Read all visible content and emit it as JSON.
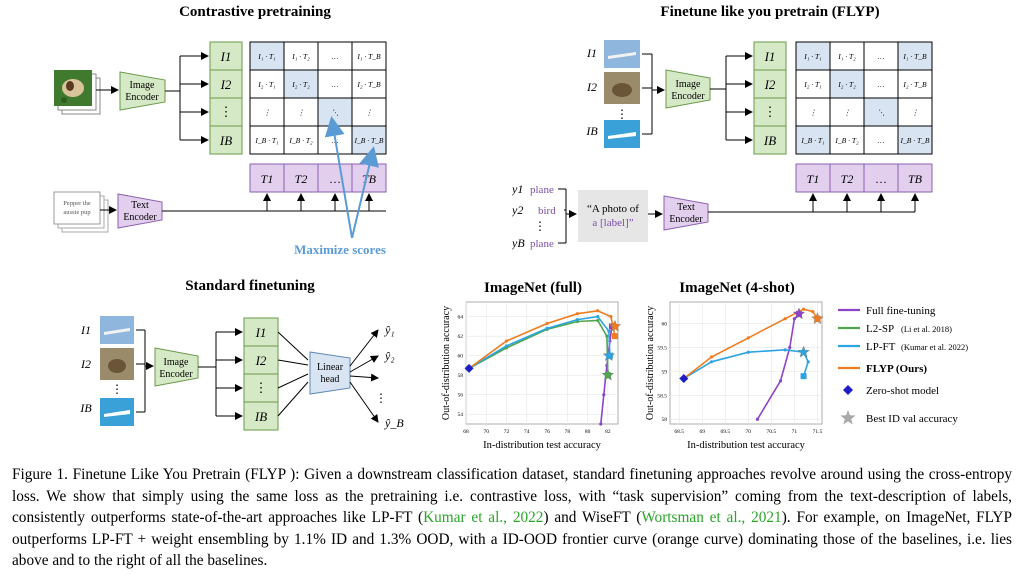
{
  "panels": {
    "contrastive": {
      "title": "Contrastive pretraining",
      "image_encoder": [
        "Image",
        "Encoder"
      ],
      "text_encoder": [
        "Text",
        "Encoder"
      ],
      "caption_card": [
        "Pepper the",
        "aussie pup"
      ],
      "image_rows": [
        "I1",
        "I2",
        "⋮",
        "IB"
      ],
      "text_cols": [
        "T1",
        "T2",
        "…",
        "TB"
      ],
      "matrix": [
        [
          "I₁ · T₁",
          "I₁ · T₂",
          "…",
          "I₁ · T_B"
        ],
        [
          "I₂ · T₁",
          "I₂ · T₂",
          "…",
          "I₂ · T_B"
        ],
        [
          "⋮",
          "⋮",
          "⋱",
          "⋮"
        ],
        [
          "I_B · T₁",
          "I_B · T₂",
          "…",
          "I_B · T_B"
        ]
      ],
      "annotation": "Maximize scores"
    },
    "flyp": {
      "title": "Finetune like you pretrain (FLYP)",
      "image_encoder": [
        "Image",
        "Encoder"
      ],
      "text_encoder": [
        "Text",
        "Encoder"
      ],
      "inputs": [
        "I1",
        "I2",
        "⋮",
        "IB"
      ],
      "image_rows": [
        "I1",
        "I2",
        "⋮",
        "IB"
      ],
      "text_cols": [
        "T1",
        "T2",
        "…",
        "TB"
      ],
      "matrix": [
        [
          "I₁ · T₁",
          "I₁ · T₂",
          "…",
          "I₁ · T_B"
        ],
        [
          "I₂ · T₁",
          "I₂ · T₂",
          "…",
          "I₂ · T_B"
        ],
        [
          "⋮",
          "⋮",
          "⋱",
          "⋮"
        ],
        [
          "I_B · T₁",
          "I_B · T₂",
          "…",
          "I_B · T_B"
        ]
      ],
      "labels": [
        {
          "y": "y1",
          "name": "plane"
        },
        {
          "y": "y2",
          "name": "bird"
        },
        {
          "y": "⋮",
          "name": ""
        },
        {
          "y": "yB",
          "name": "plane"
        }
      ],
      "template": [
        "“A photo of",
        "a [label]”"
      ]
    },
    "standard": {
      "title": "Standard finetuning",
      "image_encoder": [
        "Image",
        "Encoder"
      ],
      "linear_head": [
        "Linear",
        "head"
      ],
      "inputs": [
        "I1",
        "I2",
        "⋮",
        "IB"
      ],
      "rows": [
        "I1",
        "I2",
        "⋮",
        "IB"
      ],
      "outputs": [
        "ŷ₁",
        "ŷ₂",
        "⋮",
        "ŷ_B"
      ]
    }
  },
  "chart_data": [
    {
      "type": "line",
      "title": "ImageNet (full)",
      "xlabel": "In-distribution test accuracy",
      "ylabel": "Out-of-distribution accuracy",
      "xlim": [
        68,
        83
      ],
      "ylim": [
        53,
        65.5
      ],
      "xticks": [
        68,
        70,
        72,
        74,
        76,
        78,
        80,
        82
      ],
      "yticks": [
        54,
        56,
        58,
        60,
        62,
        64
      ],
      "series": [
        {
          "name": "Full fine-tuning",
          "color": "#8e44c9",
          "points": [
            [
              81.3,
              53.0
            ],
            [
              81.6,
              56.0
            ],
            [
              81.9,
              59.0
            ],
            [
              82.2,
              61.5
            ],
            [
              82.4,
              63.0
            ]
          ]
        },
        {
          "name": "L2-SP",
          "color": "#4fa64f",
          "points": [
            [
              68.3,
              58.7
            ],
            [
              72,
              60.8
            ],
            [
              76,
              62.7
            ],
            [
              79,
              63.5
            ],
            [
              81,
              63.6
            ],
            [
              81.9,
              62.0
            ],
            [
              82.0,
              58.0
            ]
          ]
        },
        {
          "name": "LP-FT",
          "color": "#2ba4e0",
          "points": [
            [
              68.3,
              58.7
            ],
            [
              72,
              61
            ],
            [
              76,
              62.8
            ],
            [
              79,
              63.7
            ],
            [
              81,
              64
            ],
            [
              82.1,
              62.5
            ],
            [
              82.2,
              60.0
            ]
          ]
        },
        {
          "name": "FLYP (Ours)",
          "color": "#f07c1f",
          "points": [
            [
              68.3,
              58.7
            ],
            [
              72,
              61.5
            ],
            [
              76,
              63.3
            ],
            [
              79,
              64.3
            ],
            [
              81,
              64.6
            ],
            [
              82.3,
              64.0
            ],
            [
              82.7,
              62.0
            ]
          ]
        }
      ],
      "zero_shot": [
        68.3,
        58.7
      ],
      "best_id": [
        {
          "series": "FLYP (Ours)",
          "xy": [
            82.7,
            63.0
          ]
        },
        {
          "series": "LP-FT",
          "xy": [
            82.1,
            60.0
          ]
        },
        {
          "series": "L2-SP",
          "xy": [
            82.0,
            58.0
          ]
        }
      ]
    },
    {
      "type": "line",
      "title": "ImageNet (4-shot)",
      "xlabel": "In-distribution test accuracy",
      "ylabel": "Out-of-distribution accuracy",
      "xlim": [
        68.3,
        71.6
      ],
      "ylim": [
        57.9,
        60.45
      ],
      "xticks": [
        68.5,
        69.0,
        69.5,
        70.0,
        70.5,
        71.0,
        71.5
      ],
      "yticks": [
        58.0,
        58.5,
        59.0,
        59.5,
        60.0
      ],
      "series": [
        {
          "name": "Full fine-tuning",
          "color": "#8e44c9",
          "points": [
            [
              70.2,
              58.0
            ],
            [
              70.7,
              58.8
            ],
            [
              70.9,
              59.5
            ],
            [
              71.0,
              60.1
            ],
            [
              71.1,
              60.2
            ]
          ]
        },
        {
          "name": "LP-FT",
          "color": "#2ba4e0",
          "points": [
            [
              68.6,
              58.85
            ],
            [
              69.2,
              59.2
            ],
            [
              70.0,
              59.4
            ],
            [
              70.8,
              59.45
            ],
            [
              71.2,
              59.4
            ],
            [
              71.3,
              59.2
            ],
            [
              71.2,
              58.9
            ]
          ]
        },
        {
          "name": "FLYP (Ours)",
          "color": "#f07c1f",
          "points": [
            [
              68.6,
              58.85
            ],
            [
              69.2,
              59.3
            ],
            [
              70.0,
              59.7
            ],
            [
              70.8,
              60.1
            ],
            [
              71.2,
              60.3
            ],
            [
              71.4,
              60.25
            ],
            [
              71.5,
              60.1
            ]
          ]
        }
      ],
      "zero_shot": [
        68.6,
        58.85
      ],
      "best_id": [
        {
          "series": "FLYP (Ours)",
          "xy": [
            71.5,
            60.1
          ]
        },
        {
          "series": "Full fine-tuning",
          "xy": [
            71.1,
            60.2
          ]
        },
        {
          "series": "LP-FT",
          "xy": [
            71.2,
            59.4
          ]
        }
      ]
    }
  ],
  "legend": [
    {
      "label": "Full fine-tuning",
      "cite": "",
      "color": "#8e44c9",
      "kind": "line"
    },
    {
      "label": "L2-SP",
      "cite": "(Li et al. 2018)",
      "color": "#4fa64f",
      "kind": "line"
    },
    {
      "label": "LP-FT",
      "cite": "(Kumar et al. 2022)",
      "color": "#2ba4e0",
      "kind": "line"
    },
    {
      "label": "FLYP (Ours)",
      "cite": "",
      "color": "#f07c1f",
      "kind": "line"
    },
    {
      "label": "Zero-shot model",
      "cite": "",
      "color": "#1e1ec8",
      "kind": "diamond"
    },
    {
      "label": "Best ID val accuracy",
      "cite": "",
      "color": "#aaaaaa",
      "kind": "star"
    }
  ],
  "caption": {
    "part1": "Figure 1. Finetune Like You Pretrain (FLYP ): Given a downstream classification dataset, standard finetuning approaches revolve around using the cross-entropy loss. We show that simply using the same loss as the pretraining i.e. contrastive loss, with “task supervision” coming from the text-description of labels, consistently outperforms state-of-the-art approaches like LP-FT (",
    "cite1": "Kumar et al., 2022",
    "part2": ") and WiseFT (",
    "cite2": "Wortsman et al., 2021",
    "part3": "). For example, on ImageNet, FLYP outperforms LP-FT + weight ensembling by 1.1% ID and 1.3% OOD, with a ID-OOD frontier curve (orange curve) dominating those of the baselines, i.e. lies above and to the right of all the baselines."
  }
}
